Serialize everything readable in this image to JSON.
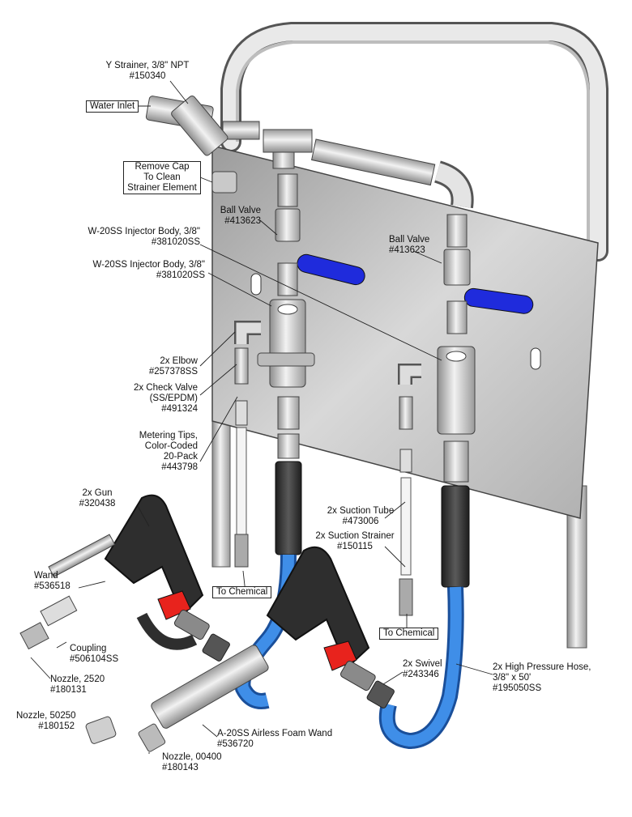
{
  "labels": {
    "y_strainer": {
      "line1": "Y Strainer, 3/8\" NPT",
      "line2": "#150340"
    },
    "water_inlet": "Water Inlet",
    "remove_cap": {
      "line1": "Remove Cap",
      "line2": "To Clean",
      "line3": "Strainer Element"
    },
    "ball_valve_left": {
      "line1": "Ball Valve",
      "line2": "#413623"
    },
    "injector_1": {
      "line1": "W-20SS Injector Body, 3/8\"",
      "line2": "#381020SS"
    },
    "injector_2": {
      "line1": "W-20SS Injector Body, 3/8\"",
      "line2": "#381020SS"
    },
    "ball_valve_right": {
      "line1": "Ball Valve",
      "line2": "#413623"
    },
    "elbow": {
      "line1": "2x Elbow",
      "line2": "#257378SS"
    },
    "check_valve": {
      "line1": "2x Check Valve",
      "line2": "(SS/EPDM)",
      "line3": "#491324"
    },
    "metering_tips": {
      "line1": "Metering Tips,",
      "line2": "Color-Coded",
      "line3": "20-Pack",
      "line4": "#443798"
    },
    "gun": {
      "line1": "2x Gun",
      "line2": "#320438"
    },
    "wand": {
      "line1": "Wand",
      "line2": "#536518"
    },
    "coupling": {
      "line1": "Coupling",
      "line2": "#506104SS"
    },
    "nozzle_2520": {
      "line1": "Nozzle, 2520",
      "line2": "#180131"
    },
    "nozzle_50250": {
      "line1": "Nozzle, 50250",
      "line2": "#180152"
    },
    "nozzle_00400": {
      "line1": "Nozzle, 00400",
      "line2": "#180143"
    },
    "foam_wand": {
      "line1": "A-20SS Airless Foam Wand",
      "line2": "#536720"
    },
    "to_chemical_left": "To Chemical",
    "to_chemical_right": "To Chemical",
    "suction_tube": {
      "line1": "2x Suction Tube",
      "line2": "#473006"
    },
    "suction_strainer": {
      "line1": "2x Suction Strainer",
      "line2": "#150115"
    },
    "swivel": {
      "line1": "2x Swivel",
      "line2": "#243346"
    },
    "hose": {
      "line1": "2x High Pressure Hose,",
      "line2": "3/8\" x 50'",
      "line3": "#195050SS"
    }
  },
  "colors": {
    "steel": "#c9c9c9",
    "steel_dark": "#7a7a7a",
    "handle_blue": "#1f2bdc",
    "hose_blue": "#3f8ee8",
    "hose_black": "#3a3a3a",
    "gun_body": "#2e2e2e",
    "trigger_red": "#e8231d"
  }
}
